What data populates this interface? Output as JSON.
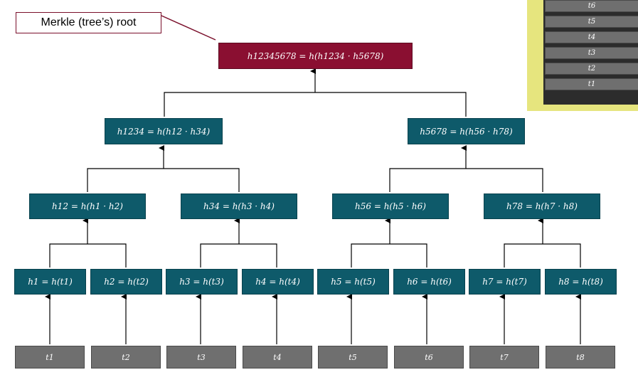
{
  "callout": {
    "label": "Merkle (tree’s) root"
  },
  "root": {
    "label": "h12345678 = h(h1234 · h5678)"
  },
  "level2": [
    {
      "label": "h1234 = h(h12 · h34)"
    },
    {
      "label": "h5678 = h(h56 · h78)"
    }
  ],
  "level3": [
    {
      "label": "h12 = h(h1 · h2)"
    },
    {
      "label": "h34 = h(h3 · h4)"
    },
    {
      "label": "h56 = h(h5 · h6)"
    },
    {
      "label": "h78 = h(h7 · h8)"
    }
  ],
  "leaf_hashes": [
    {
      "label": "h1 = h(t1)"
    },
    {
      "label": "h2 = h(t2)"
    },
    {
      "label": "h3 = h(t3)"
    },
    {
      "label": "h4 = h(t4)"
    },
    {
      "label": "h5 = h(t5)"
    },
    {
      "label": "h6 = h(t6)"
    },
    {
      "label": "h7 = h(t7)"
    },
    {
      "label": "h8 = h(t8)"
    }
  ],
  "transactions": [
    {
      "label": "t1"
    },
    {
      "label": "t2"
    },
    {
      "label": "t3"
    },
    {
      "label": "t4"
    },
    {
      "label": "t5"
    },
    {
      "label": "t6"
    },
    {
      "label": "t7"
    },
    {
      "label": "t8"
    }
  ],
  "stack": [
    {
      "label": "t6"
    },
    {
      "label": "t5"
    },
    {
      "label": "t4"
    },
    {
      "label": "t3"
    },
    {
      "label": "t2"
    },
    {
      "label": "t1"
    }
  ],
  "colors": {
    "teal": "#0e5a6a",
    "root": "#8a0f31",
    "leaf": "#6f6f6f",
    "stack_bg": "#e6e57e"
  }
}
